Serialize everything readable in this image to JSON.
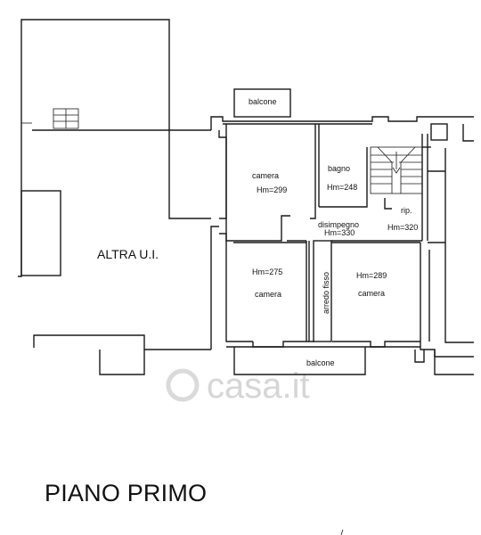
{
  "watermark": "casa.it",
  "floor_title": "PIANO PRIMO",
  "rooms": {
    "other_unit": "ALTRA U.I.",
    "balcony_top": "balcone",
    "balcony_bottom": "balcone",
    "bedroom_1": {
      "name": "camera",
      "height": "Hm=299"
    },
    "bathroom": {
      "name": "bagno",
      "height": "Hm=248"
    },
    "storage": {
      "name": "rip.",
      "height": "Hm=320"
    },
    "hallway": {
      "name": "disimpegno",
      "height": "Hm=330"
    },
    "bedroom_2": {
      "name": "camera",
      "height": "Hm=275"
    },
    "built_in": "arredo fisso",
    "bedroom_3": {
      "name": "camera",
      "height": "Hm=289"
    }
  }
}
